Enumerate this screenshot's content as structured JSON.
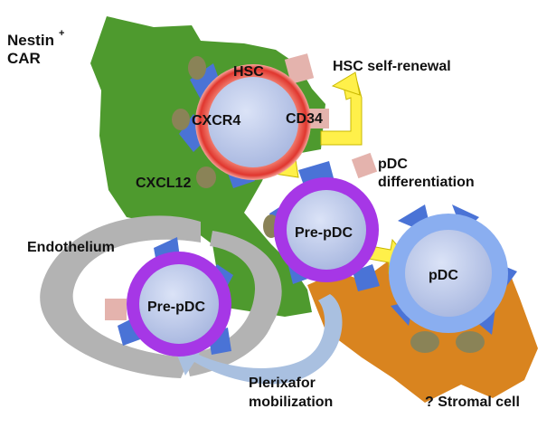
{
  "labels": {
    "nestin": "Nestin",
    "nestin_sup": "+",
    "car": "CAR",
    "hsc": "HSC",
    "cxcr4": "CXCR4",
    "cd34": "CD34",
    "hsc_self_renewal": "HSC self-renewal",
    "cxcl12": "CXCL12",
    "pdc_diff_line1": "pDC",
    "pdc_diff_line2": "differentiation",
    "endothelium": "Endothelium",
    "pre_pdc_center": "Pre-pDC",
    "pre_pdc_left": "Pre-pDC",
    "pdc": "pDC",
    "plerixafor_line1": "Plerixafor",
    "plerixafor_line2": "mobilization",
    "stromal_cell": "? Stromal cell"
  },
  "colors": {
    "car_cell": "#4e9a2e",
    "stromal": "#d9841f",
    "endothelium": "#b3b3b3",
    "hsc_ring": "#e0362e",
    "pre_pdc_ring": "#a637e6",
    "pdc_ring": "#8aaef0",
    "cell_core": "#b9c6e8",
    "receptor": "#4a73d6",
    "cxcl12": "#8a8357",
    "cd34": "#e4b3ad",
    "yellow_arrow": "#fff04a",
    "blue_arrow": "#a9c0e0"
  }
}
